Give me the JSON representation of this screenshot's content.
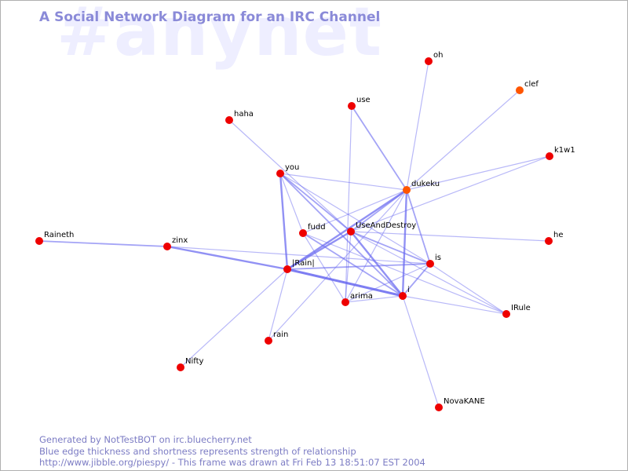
{
  "watermark": "#anynet",
  "title": "A Social Network Diagram for an IRC Channel",
  "footer": {
    "line1": "Generated by NotTestBOT on irc.bluecherry.net",
    "line2": "Blue edge thickness and shortness represents strength of relationship",
    "line3": "http://www.jibble.org/piespy/ - This frame was drawn at Fri Feb 13 18:51:07 EST 2004"
  },
  "colors": {
    "background": "#ffffff",
    "title": "#8a8ad8",
    "watermark": "#eeeeff",
    "footer": "#7c7cc4",
    "edge": "#6b6bf0",
    "node_red": "#ee0000",
    "node_orange": "#ff5500"
  },
  "nodes": [
    {
      "id": "oh",
      "color": "red"
    },
    {
      "id": "clef",
      "color": "orange"
    },
    {
      "id": "use",
      "color": "red"
    },
    {
      "id": "haha",
      "color": "red"
    },
    {
      "id": "k1w1",
      "color": "red"
    },
    {
      "id": "you",
      "color": "red"
    },
    {
      "id": "dukeku",
      "color": "orange"
    },
    {
      "id": "fudd",
      "color": "red"
    },
    {
      "id": "UseAndDestroy",
      "color": "red"
    },
    {
      "id": "Raineth",
      "color": "red"
    },
    {
      "id": "zinx",
      "color": "red"
    },
    {
      "id": "he",
      "color": "red"
    },
    {
      "id": "is",
      "color": "red"
    },
    {
      "id": "|Rain|",
      "color": "red"
    },
    {
      "id": "i",
      "color": "red"
    },
    {
      "id": "arima",
      "color": "red"
    },
    {
      "id": "IRule",
      "color": "red"
    },
    {
      "id": "rain",
      "color": "red"
    },
    {
      "id": "Nifty",
      "color": "red"
    },
    {
      "id": "NovaKANE",
      "color": "red"
    }
  ],
  "edges": [
    {
      "source": "oh",
      "target": "dukeku",
      "strength": 1
    },
    {
      "source": "clef",
      "target": "dukeku",
      "strength": 1
    },
    {
      "source": "use",
      "target": "dukeku",
      "strength": 2
    },
    {
      "source": "use",
      "target": "arima",
      "strength": 1
    },
    {
      "source": "haha",
      "target": "UseAndDestroy",
      "strength": 1
    },
    {
      "source": "k1w1",
      "target": "dukeku",
      "strength": 1
    },
    {
      "source": "k1w1",
      "target": "UseAndDestroy",
      "strength": 1
    },
    {
      "source": "you",
      "target": "dukeku",
      "strength": 1
    },
    {
      "source": "you",
      "target": "UseAndDestroy",
      "strength": 2
    },
    {
      "source": "you",
      "target": "|Rain|",
      "strength": 3
    },
    {
      "source": "you",
      "target": "i",
      "strength": 2
    },
    {
      "source": "you",
      "target": "fudd",
      "strength": 1
    },
    {
      "source": "you",
      "target": "is",
      "strength": 1
    },
    {
      "source": "dukeku",
      "target": "UseAndDestroy",
      "strength": 2
    },
    {
      "source": "dukeku",
      "target": "|Rain|",
      "strength": 3
    },
    {
      "source": "dukeku",
      "target": "i",
      "strength": 3
    },
    {
      "source": "dukeku",
      "target": "is",
      "strength": 2
    },
    {
      "source": "dukeku",
      "target": "fudd",
      "strength": 1
    },
    {
      "source": "dukeku",
      "target": "rain",
      "strength": 1
    },
    {
      "source": "dukeku",
      "target": "arima",
      "strength": 1
    },
    {
      "source": "UseAndDestroy",
      "target": "|Rain|",
      "strength": 3
    },
    {
      "source": "UseAndDestroy",
      "target": "i",
      "strength": 3
    },
    {
      "source": "UseAndDestroy",
      "target": "he",
      "strength": 1
    },
    {
      "source": "UseAndDestroy",
      "target": "is",
      "strength": 2
    },
    {
      "source": "UseAndDestroy",
      "target": "IRule",
      "strength": 1
    },
    {
      "source": "UseAndDestroy",
      "target": "arima",
      "strength": 1
    },
    {
      "source": "Raineth",
      "target": "zinx",
      "strength": 2
    },
    {
      "source": "zinx",
      "target": "|Rain|",
      "strength": 3
    },
    {
      "source": "zinx",
      "target": "is",
      "strength": 1
    },
    {
      "source": "|Rain|",
      "target": "i",
      "strength": 4
    },
    {
      "source": "|Rain|",
      "target": "is",
      "strength": 2
    },
    {
      "source": "|Rain|",
      "target": "Nifty",
      "strength": 1
    },
    {
      "source": "|Rain|",
      "target": "rain",
      "strength": 1
    },
    {
      "source": "fudd",
      "target": "i",
      "strength": 2
    },
    {
      "source": "fudd",
      "target": "arima",
      "strength": 1
    },
    {
      "source": "fudd",
      "target": "IRule",
      "strength": 1
    },
    {
      "source": "i",
      "target": "is",
      "strength": 2
    },
    {
      "source": "i",
      "target": "arima",
      "strength": 1
    },
    {
      "source": "i",
      "target": "IRule",
      "strength": 1
    },
    {
      "source": "i",
      "target": "NovaKANE",
      "strength": 1
    },
    {
      "source": "is",
      "target": "arima",
      "strength": 1
    },
    {
      "source": "is",
      "target": "IRule",
      "strength": 1
    }
  ]
}
